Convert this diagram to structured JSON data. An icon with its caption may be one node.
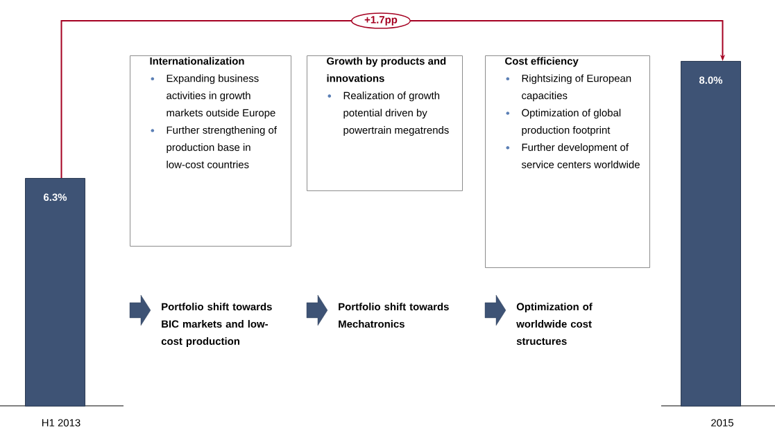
{
  "diagram": {
    "nodes": [
      {
        "text": [
          "6.3%"
        ],
        "beside": [
          "H1 2013"
        ]
      },
      {
        "text": [
          "Internationalization",
          "Expanding business activities in growth markets outside Europe",
          "Further strengthening of production base in low-cost countries"
        ]
      },
      {
        "text": [
          "Growth by products and innovations",
          "Realization of growth potential driven by powertrain megatrends"
        ]
      },
      {
        "text": [
          "Cost efficiency",
          "Rightsizing of European capacities",
          "Optimization of global production footprint",
          "Further development of service centers worldwide"
        ]
      },
      {
        "text": [
          "8.0%"
        ],
        "beside": [
          "2015"
        ]
      }
    ],
    "edges": [
      {
        "from": 0,
        "to": 4,
        "arrow": "to",
        "label": "+1.7pp",
        "color": "#a50021"
      }
    ],
    "labels": [
      "Portfolio shift towards BIC markets and low-cost production",
      "Portfolio shift towards Mechatronics",
      "Optimization of worldwide cost structures"
    ]
  }
}
